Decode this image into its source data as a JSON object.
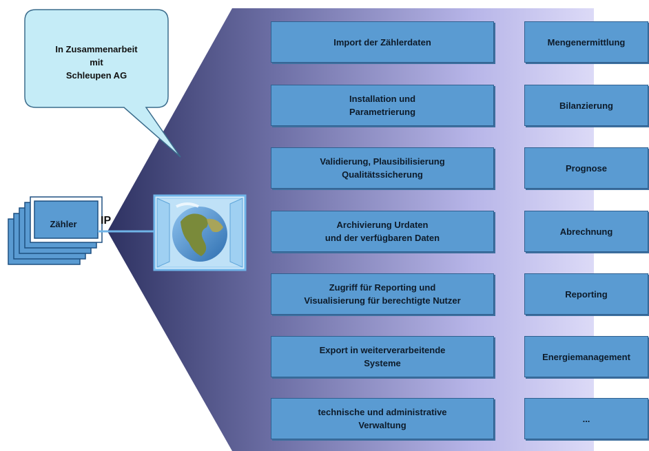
{
  "bubble": {
    "text": "In Zusammenarbeit\nmit\nSchleupen AG"
  },
  "meter": {
    "label": "Zähler",
    "connection_label": "IP"
  },
  "globe": {
    "icon": "globe-window-icon"
  },
  "left_column": [
    "Import der Zählerdaten",
    "Installation und\nParametrierung",
    "Validierung, Plausibilisierung\nQualitätssicherung",
    "Archivierung Urdaten\nund der verfügbaren Daten",
    "Zugriff für Reporting und\nVisualisierung für berechtigte Nutzer",
    "Export in weiterverarbeitende\nSysteme",
    "technische und administrative\nVerwaltung"
  ],
  "right_column": [
    "Mengenermittlung",
    "Bilanzierung",
    "Prognose",
    "Abrechnung",
    "Reporting",
    "Energiemanagement",
    "..."
  ],
  "colors": {
    "box_fill": "#5a9bd2",
    "panel_dark": "#3a3f6e",
    "panel_light": "#d8d6f5",
    "bubble_fill": "#c5ecf7"
  }
}
